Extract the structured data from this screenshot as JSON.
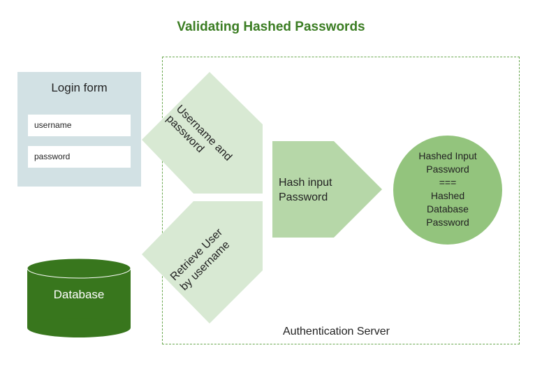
{
  "title": "Validating Hashed Passwords",
  "login_form": {
    "title": "Login form",
    "fields": [
      {
        "placeholder": "username"
      },
      {
        "placeholder": "password"
      }
    ]
  },
  "database": {
    "label": "Database"
  },
  "server": {
    "label": "Authentication Server"
  },
  "steps": {
    "credentials": {
      "line1": "Username and",
      "line2": "password"
    },
    "retrieve": {
      "line1": "Retrieve User",
      "line2": "by username"
    },
    "hash": {
      "line1": "Hash input",
      "line2": "Password"
    }
  },
  "result": {
    "lines": [
      "Hashed Input",
      "Password",
      "===",
      "Hashed",
      "Database",
      "Password"
    ]
  },
  "colors": {
    "title": "#3b7d23",
    "arrow_light": "#d8e9d3",
    "arrow_mid": "#b6d7a8",
    "circle": "#93c47d",
    "database": "#38761d",
    "login_bg": "#d2e1e4",
    "dashed_border": "#6aa84f"
  }
}
